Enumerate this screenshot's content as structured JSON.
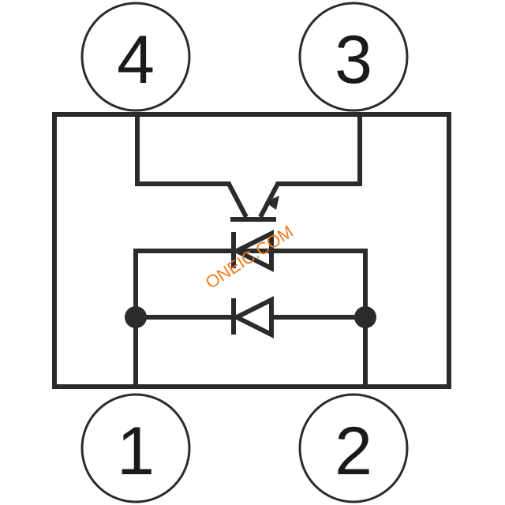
{
  "pins": {
    "pin1": "1",
    "pin2": "2",
    "pin3": "3",
    "pin4": "4"
  },
  "watermark": "ONEIC.COM",
  "colors": {
    "line": "#2b2b2b",
    "watermark": "#f07c1c",
    "background": "#ffffff"
  },
  "icons": {
    "transistor": "phototransistor-icon",
    "led": "led-diode-icon",
    "reverse_diode": "diode-icon"
  }
}
